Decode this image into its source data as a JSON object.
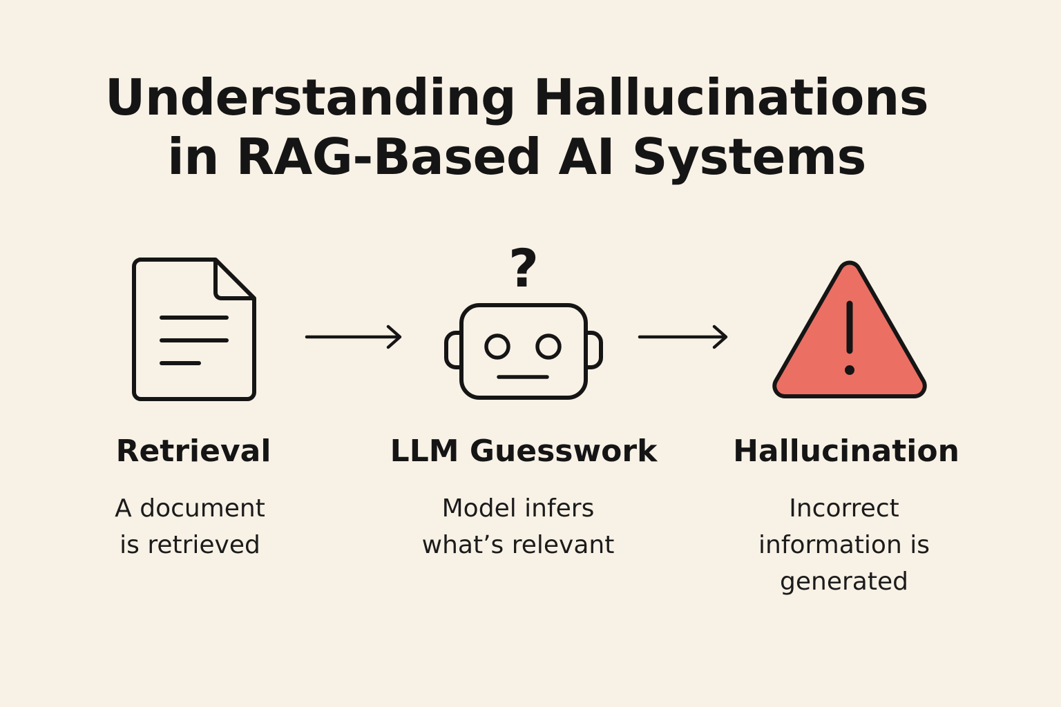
{
  "title": {
    "line1": "Understanding Hallucinations",
    "line2": "in RAG-Based AI Systems"
  },
  "colors": {
    "background": "#f8f1e6",
    "ink": "#151515",
    "warning": "#ec6f63"
  },
  "steps": [
    {
      "icon": "document-icon",
      "title": "Retrieval",
      "description": [
        "A document",
        "is retrieved"
      ]
    },
    {
      "icon": "robot-icon",
      "badge": "?",
      "title": "LLM Guesswork",
      "description": [
        "Model infers",
        "what’s relevant"
      ]
    },
    {
      "icon": "warning-triangle-icon",
      "title": "Hallucination",
      "description": [
        "Incorrect",
        "information is",
        "generated"
      ]
    }
  ]
}
